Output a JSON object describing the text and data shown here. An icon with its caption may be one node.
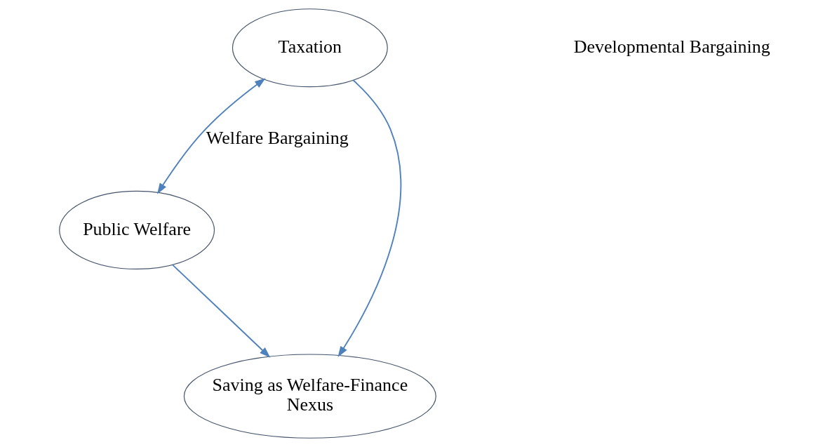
{
  "diagram": {
    "nodes": [
      {
        "text": [
          "Taxation"
        ]
      },
      {
        "text": [
          "Public Welfare"
        ]
      },
      {
        "text": [
          "Saving as Welfare-Finance Nexus"
        ]
      }
    ],
    "edges": [
      {
        "from": 0,
        "to": 1,
        "arrow": "both",
        "label": "Welfare Bargaining"
      },
      {
        "from": 0,
        "to": 2,
        "arrow": "to"
      },
      {
        "from": 1,
        "to": 2,
        "arrow": "to"
      }
    ],
    "labels": [
      "Developmental Bargaining"
    ]
  }
}
